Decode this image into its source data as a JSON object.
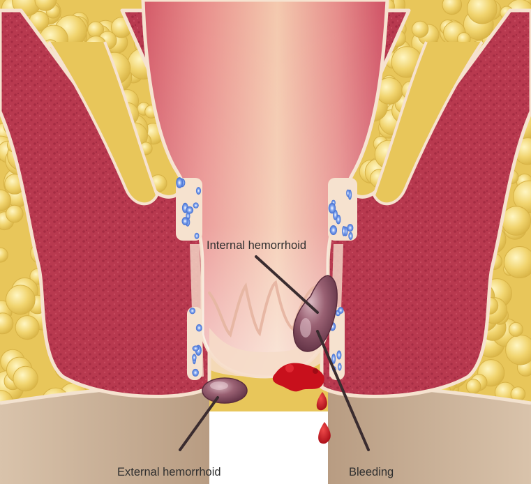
{
  "labels": {
    "internal": "Internal hemorrhoid",
    "external": "External hemorrhoid",
    "bleeding": "Bleeding"
  },
  "colors": {
    "fat": "#efd06a",
    "fat_highlight": "#fff4b8",
    "fat_shadow": "#d9b443",
    "muscle": "#b8394f",
    "muscle_dark": "#9e2a40",
    "lining_outline": "#f6e2cf",
    "canal_light": "#f2c3a8",
    "canal_dark": "#d9606a",
    "vein_blue": "#4a78d8",
    "hemorrhoid": "#8a5566",
    "blood": "#c8101c",
    "skin_base": "#d8c2ab",
    "pointer": "#3a2c2f"
  }
}
